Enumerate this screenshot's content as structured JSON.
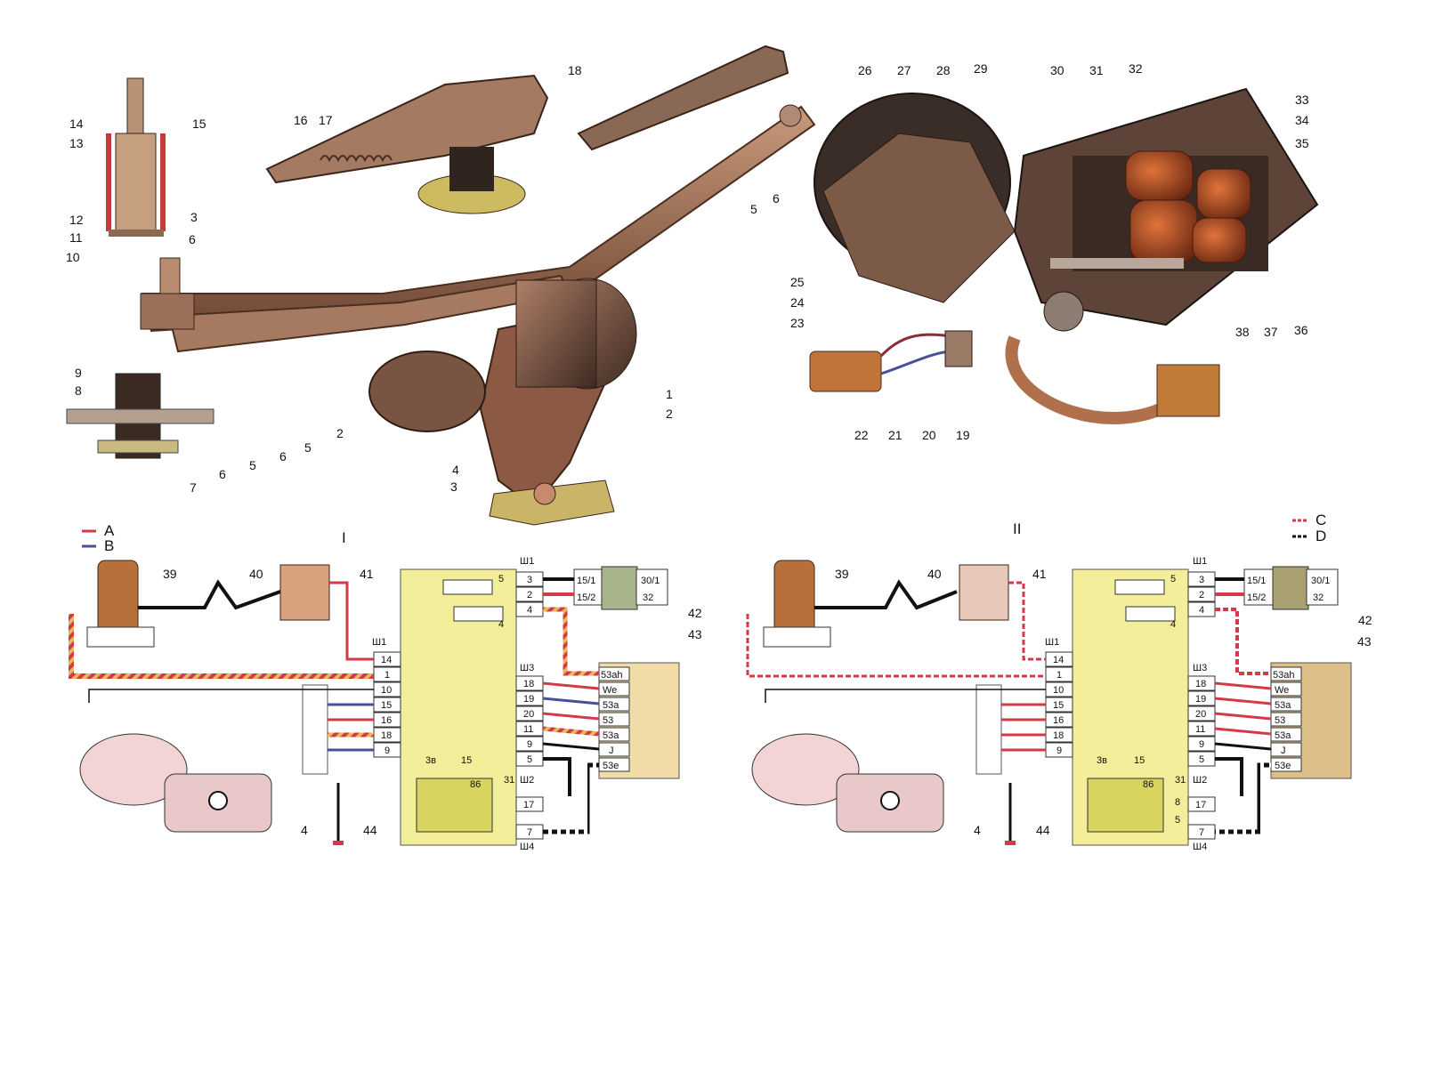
{
  "callouts": {
    "c1": "1",
    "c2": "2",
    "c3": "3",
    "c4": "4",
    "c5": "5",
    "c6": "6",
    "c7": "7",
    "c8": "8",
    "c9": "9",
    "c10": "10",
    "c11": "11",
    "c12": "12",
    "c13": "13",
    "c14": "14",
    "c15": "15",
    "c16": "16",
    "c17": "17",
    "c18": "18",
    "c19": "19",
    "c20": "20",
    "c21": "21",
    "c22": "22",
    "c23": "23",
    "c24": "24",
    "c25": "25",
    "c26": "26",
    "c27": "27",
    "c28": "28",
    "c29": "29",
    "c30": "30",
    "c31": "31",
    "c32": "32",
    "c33": "33",
    "c34": "34",
    "c35": "35",
    "c36": "36",
    "c37": "37",
    "c38": "38",
    "c39": "39",
    "c40": "40",
    "c41": "41",
    "c42": "42",
    "c43": "43",
    "c44": "44"
  },
  "legend": {
    "a": "A",
    "b": "B",
    "c": "C",
    "d": "D",
    "color_a": "#d23a4a",
    "color_b": "#4a4f9a",
    "color_c": "#d23a4a",
    "color_d": "#111111"
  },
  "schemes": {
    "scheme1": "I",
    "scheme2": "II"
  },
  "connectors": {
    "sh1": "Ш1",
    "sh2": "Ш2",
    "sh3": "Ш3",
    "sh4": "Ш4"
  },
  "relay_pins": {
    "r3": "3",
    "r2": "2",
    "r4": "4",
    "r14": "14",
    "r1": "1",
    "r10": "10",
    "r15": "15",
    "r16": "16",
    "r18": "18",
    "r9": "9",
    "r18b": "18",
    "r19": "19",
    "r20": "20",
    "r11": "11",
    "r9b": "9",
    "r5": "5",
    "r17": "17",
    "r7": "7"
  },
  "relay_internal": {
    "i5": "5",
    "i4": "4",
    "i3a": "3в",
    "i15": "15",
    "i86": "86",
    "i31": "31",
    "i5b": "5",
    "i8": "8"
  },
  "switch_pins": {
    "s15_1": "15/1",
    "s15_2": "15/2",
    "s30_1": "30/1",
    "s32": "32"
  },
  "stalk_pins": {
    "p53ah": "53ah",
    "pWe": "We",
    "p53a": "53a",
    "p53": "53",
    "p53a2": "53a",
    "pJ": "J",
    "p53e": "53e"
  },
  "colors": {
    "relay_fill": "#f3ee9a",
    "stalk_fill": "#f1dca9",
    "switch_fill": "#a8b48a",
    "red": "#d23a4a",
    "brown": "#8a4a2a",
    "copper": "#b5714a",
    "metal": "#9c7a64"
  }
}
